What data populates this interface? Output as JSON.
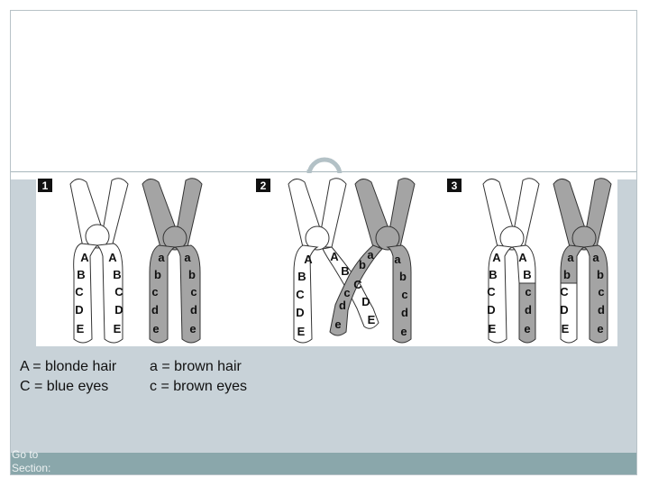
{
  "figure": {
    "panel_numbers": [
      "1",
      "2",
      "3"
    ],
    "panel1": {
      "left_pair": [
        "A",
        "B",
        "C",
        "D",
        "E"
      ],
      "right_pair": [
        "a",
        "b",
        "c",
        "d",
        "e"
      ]
    },
    "panel2": {
      "left_outer": [
        "A",
        "B",
        "C",
        "D",
        "E"
      ],
      "left_inner": [
        "A",
        "B",
        "C",
        "d",
        "e"
      ],
      "right_inner": [
        "a",
        "b",
        "c",
        "D",
        "E"
      ],
      "right_outer": [
        "a",
        "b",
        "c",
        "d",
        "e"
      ]
    },
    "panel3": {
      "c1_left": [
        "A",
        "B",
        "C",
        "D",
        "E"
      ],
      "c1_right": [
        "A",
        "B",
        "c",
        "d",
        "e"
      ],
      "c2_left": [
        "a",
        "b",
        "C",
        "D",
        "E"
      ],
      "c2_right": [
        "a",
        "b",
        "c",
        "d",
        "e"
      ]
    }
  },
  "legend": {
    "left": [
      "A = blonde hair",
      "C = blue eyes"
    ],
    "right": [
      "a = brown hair",
      "c = brown eyes"
    ]
  },
  "footer": {
    "goto_label": "Go to Section:"
  },
  "colors": {
    "dark_chromatid": "#a4a4a4",
    "light_chromatid": "#ffffff",
    "content_bg": "#c8d2d8",
    "footer_bg": "#8aa7ab"
  }
}
